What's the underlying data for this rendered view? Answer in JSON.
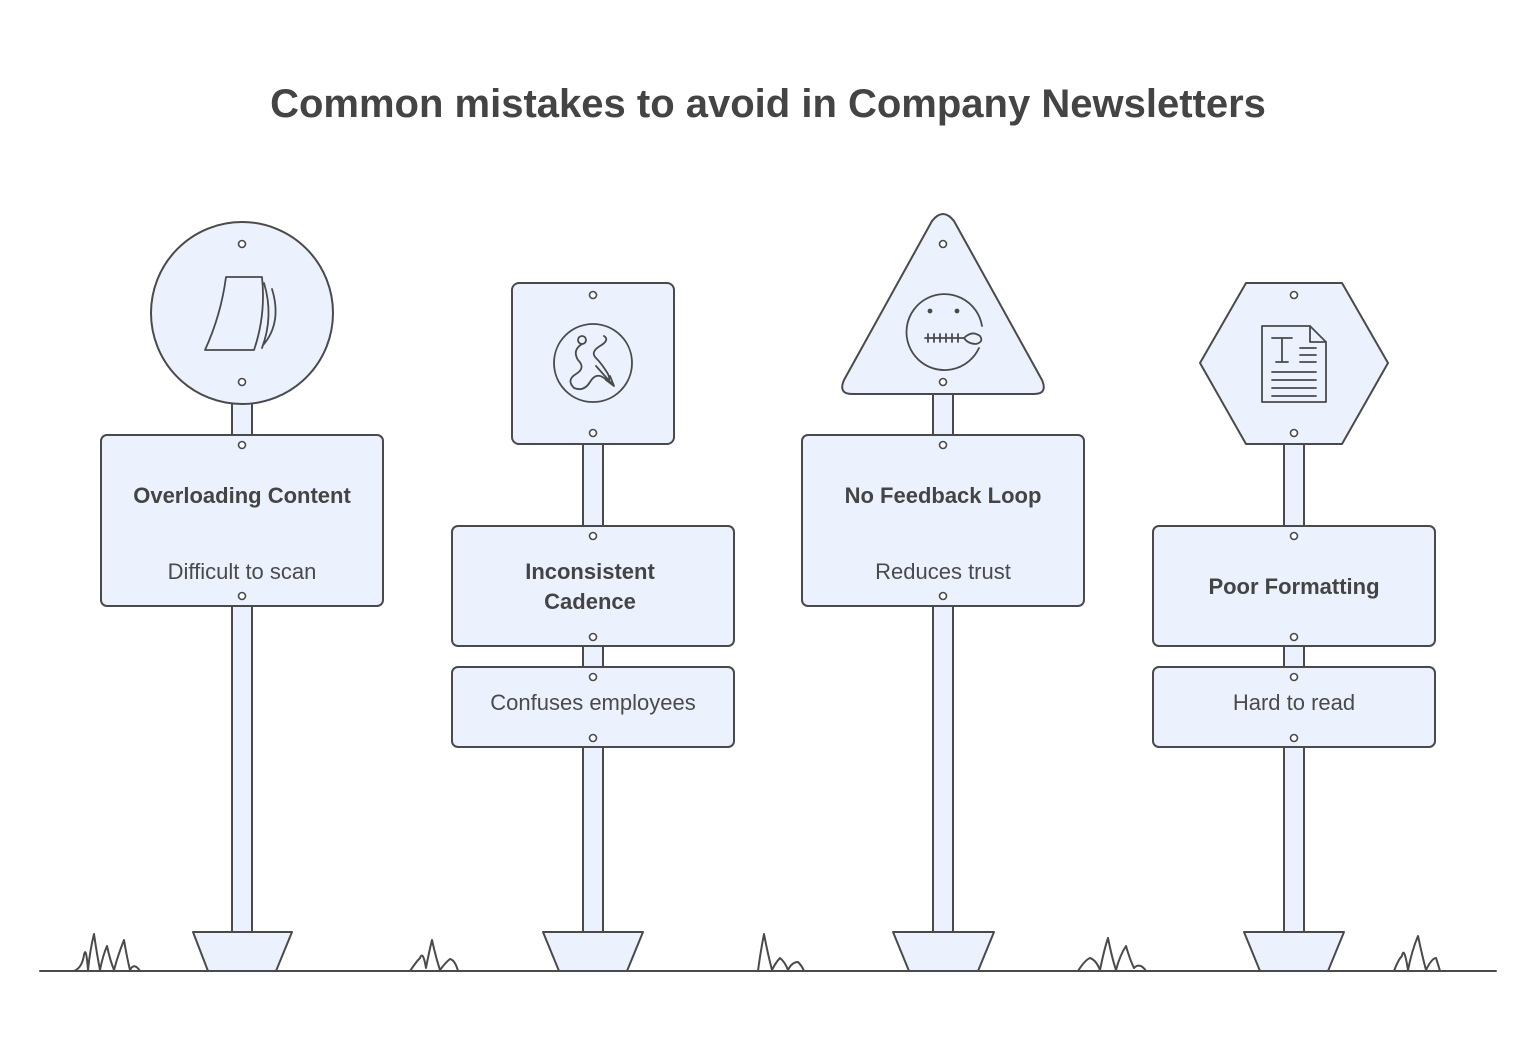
{
  "title": "Common mistakes to avoid in Company Newsletters",
  "signs": [
    {
      "label": "Overloading Content",
      "description": "Difficult to scan",
      "shape": "circle",
      "icon": "papers-icon"
    },
    {
      "label": "Inconsistent Cadence",
      "description": "Confuses employees",
      "shape": "square",
      "icon": "chaos-path-icon"
    },
    {
      "label": "No Feedback Loop",
      "description": "Reduces trust",
      "shape": "triangle",
      "icon": "zipped-mouth-face-icon"
    },
    {
      "label": "Poor Formatting",
      "description": "Hard to read",
      "shape": "hexagon",
      "icon": "text-document-icon"
    }
  ],
  "colors": {
    "fill": "#ecf2fd",
    "stroke": "#4a4a4a",
    "text": "#444444"
  }
}
